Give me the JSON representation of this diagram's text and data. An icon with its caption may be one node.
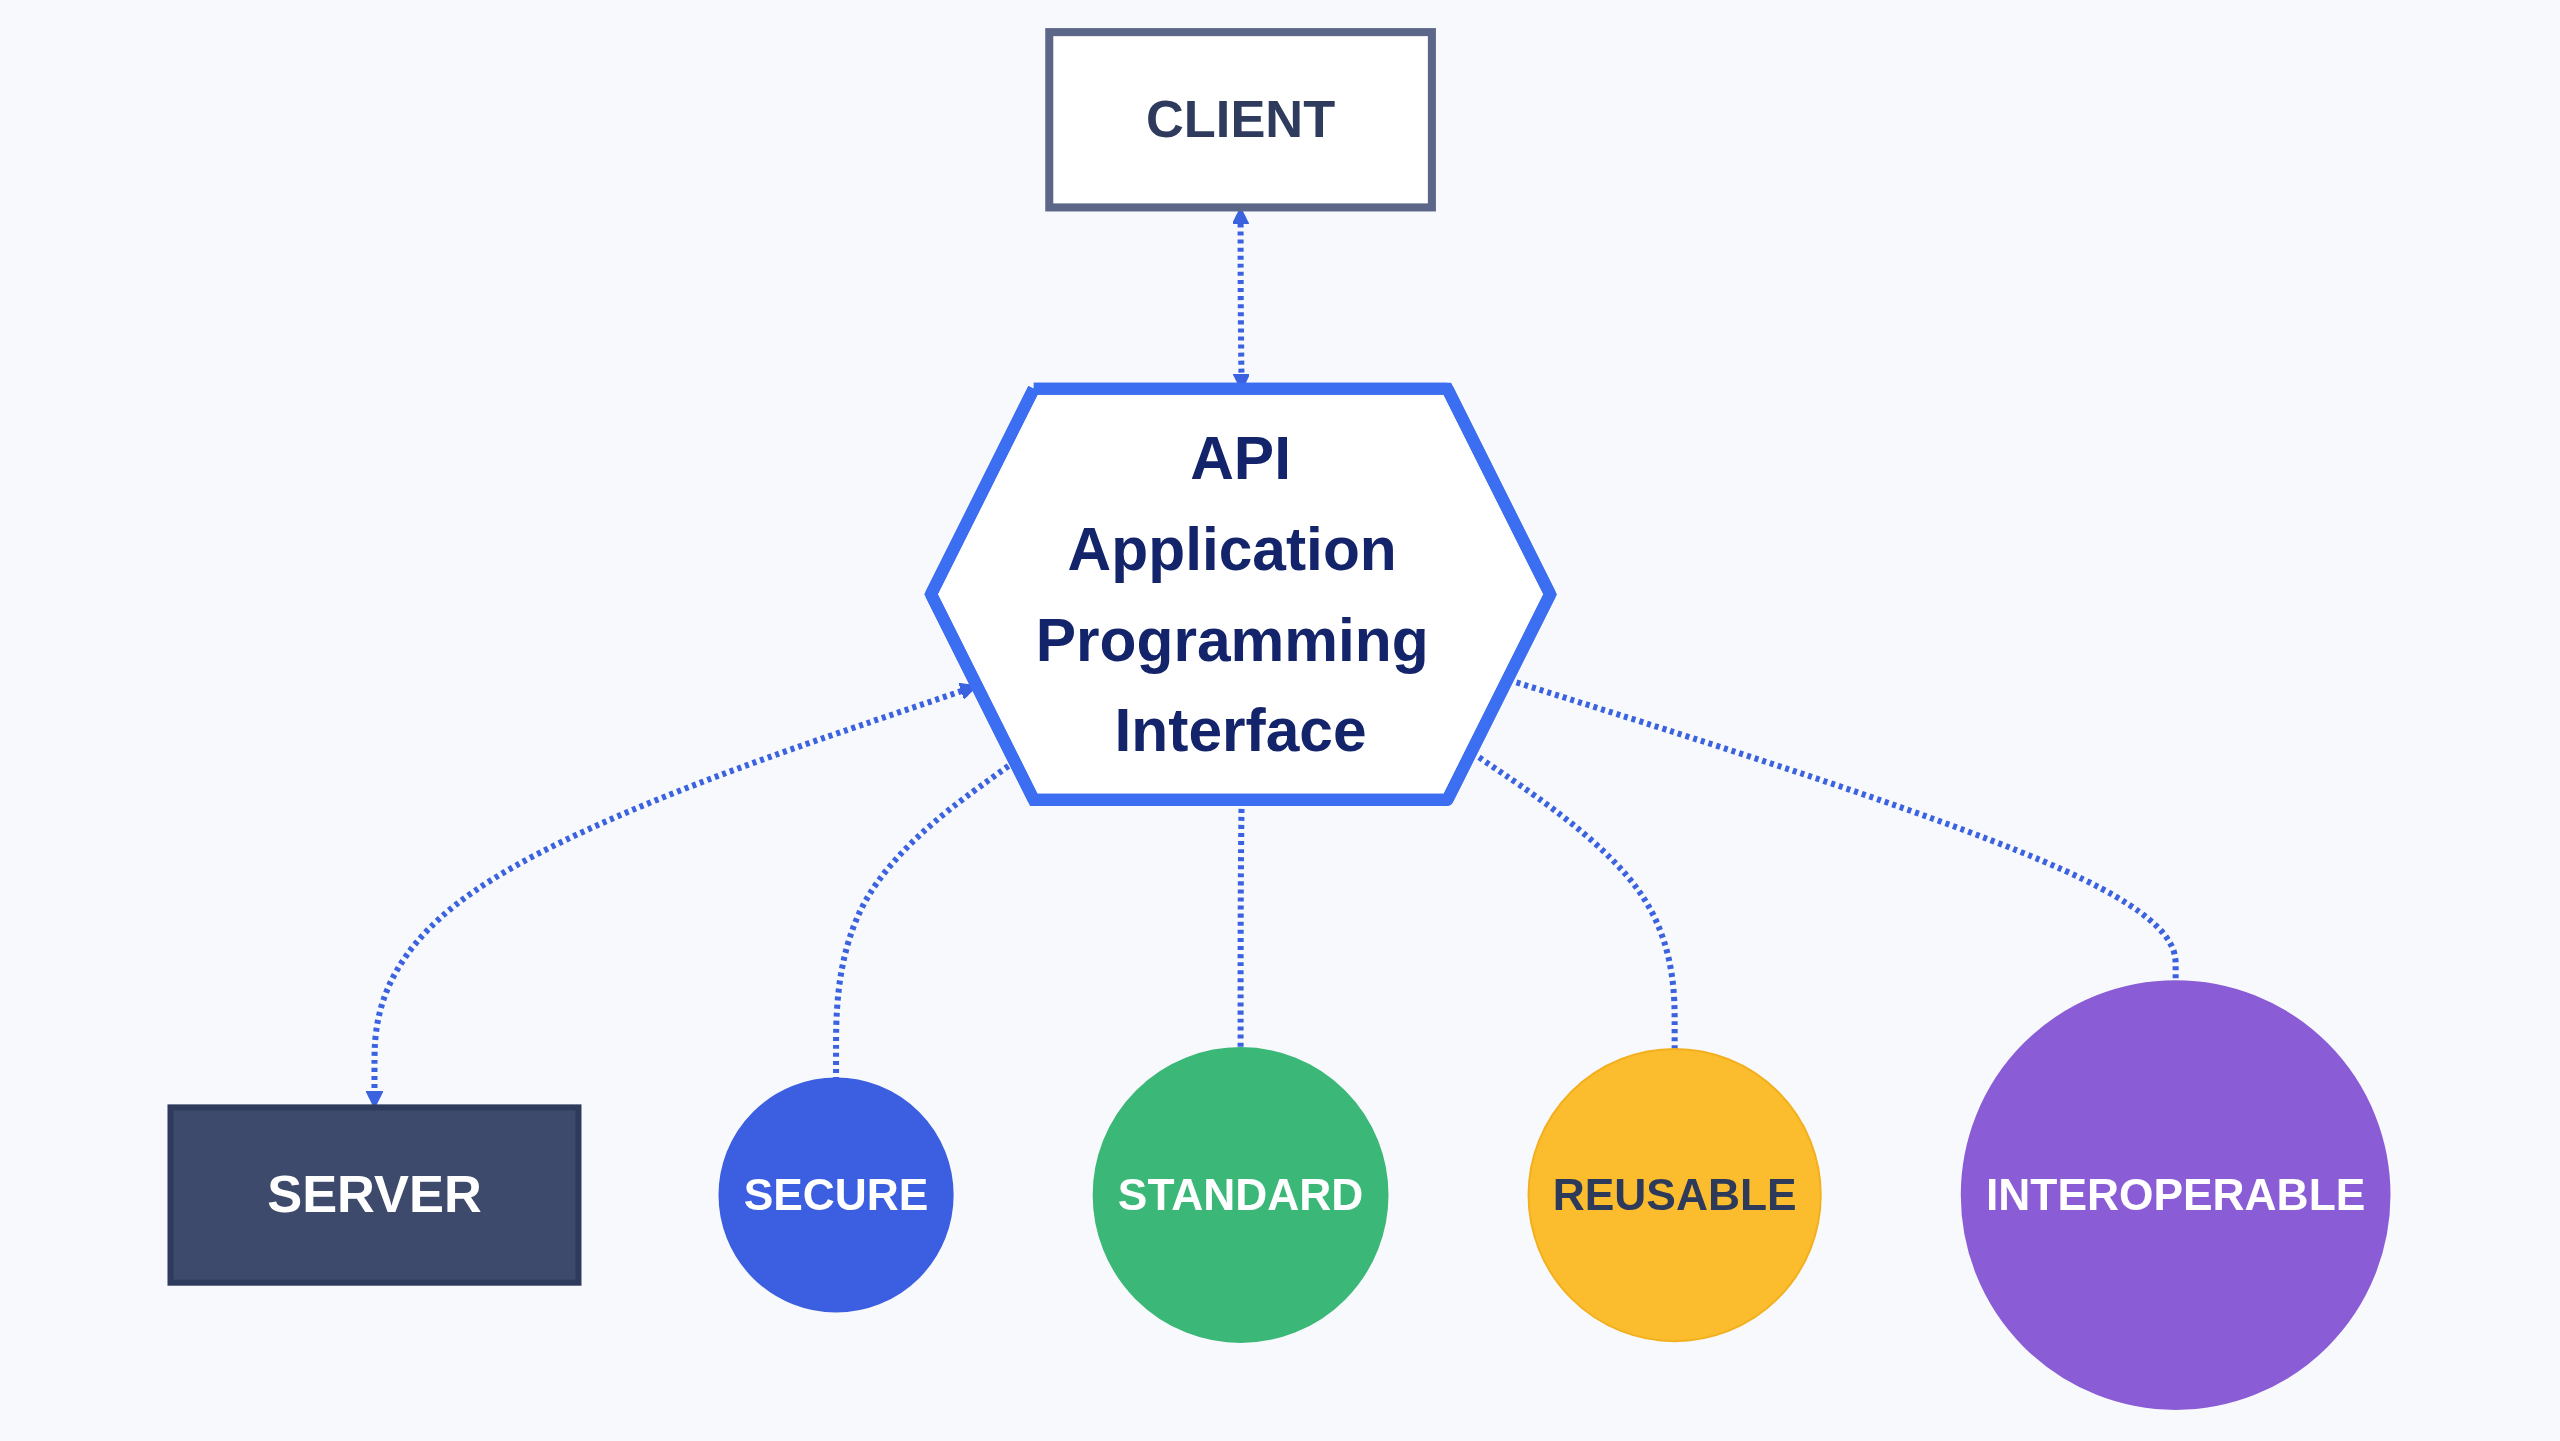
{
  "diagram": {
    "nodes": [
      {
        "text": [
          "CLIENT"
        ]
      },
      {
        "text": [
          "API",
          "Application Programming Interface"
        ]
      },
      {
        "text": [
          "SERVER"
        ]
      },
      {
        "text": [
          "SECURE"
        ]
      },
      {
        "text": [
          "STANDARD"
        ]
      },
      {
        "text": [
          "REUSABLE"
        ]
      },
      {
        "text": [
          "INTEROPERABLE"
        ]
      }
    ],
    "edges": [
      {
        "from": 0,
        "to": 1,
        "arrow": "both",
        "style": "dashed"
      },
      {
        "from": 1,
        "to": 2,
        "arrow": "both",
        "style": "dashed"
      },
      {
        "from": 1,
        "to": 3,
        "arrow": "none",
        "style": "dashed"
      },
      {
        "from": 1,
        "to": 4,
        "arrow": "none",
        "style": "dashed"
      },
      {
        "from": 1,
        "to": 5,
        "arrow": "none",
        "style": "dashed"
      },
      {
        "from": 1,
        "to": 6,
        "arrow": "none",
        "style": "dashed"
      }
    ]
  }
}
